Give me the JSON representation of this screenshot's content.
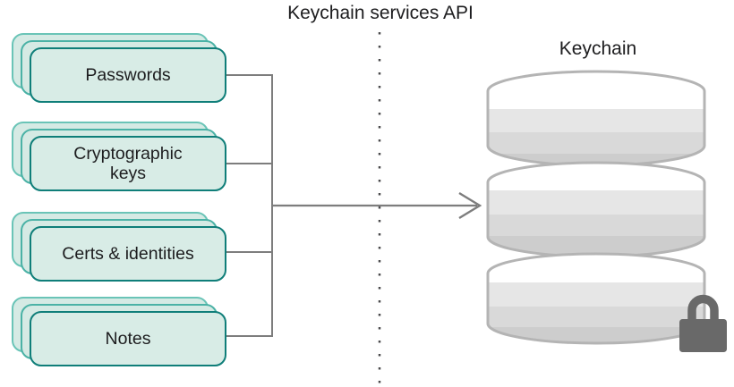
{
  "title": "Keychain services API",
  "database": {
    "label": "Keychain"
  },
  "cards": [
    {
      "label": "Passwords"
    },
    {
      "label": "Cryptographic\nkeys"
    },
    {
      "label": "Certs & identities"
    },
    {
      "label": "Notes"
    }
  ],
  "colors": {
    "card_fill": "#d8ece6",
    "card_front_border": "#0f7e79",
    "card_back_border": "#6ac4b7",
    "connector_line": "#7d7d7d",
    "dotted_line": "#4a4a4c",
    "cylinder_stroke": "#b4b4b4",
    "cylinder_bands": [
      "#ffffff",
      "#e6e6e6",
      "#d9d9d9",
      "#cdcdcd"
    ],
    "lock": "#696969",
    "text": "#1d1d1f"
  }
}
